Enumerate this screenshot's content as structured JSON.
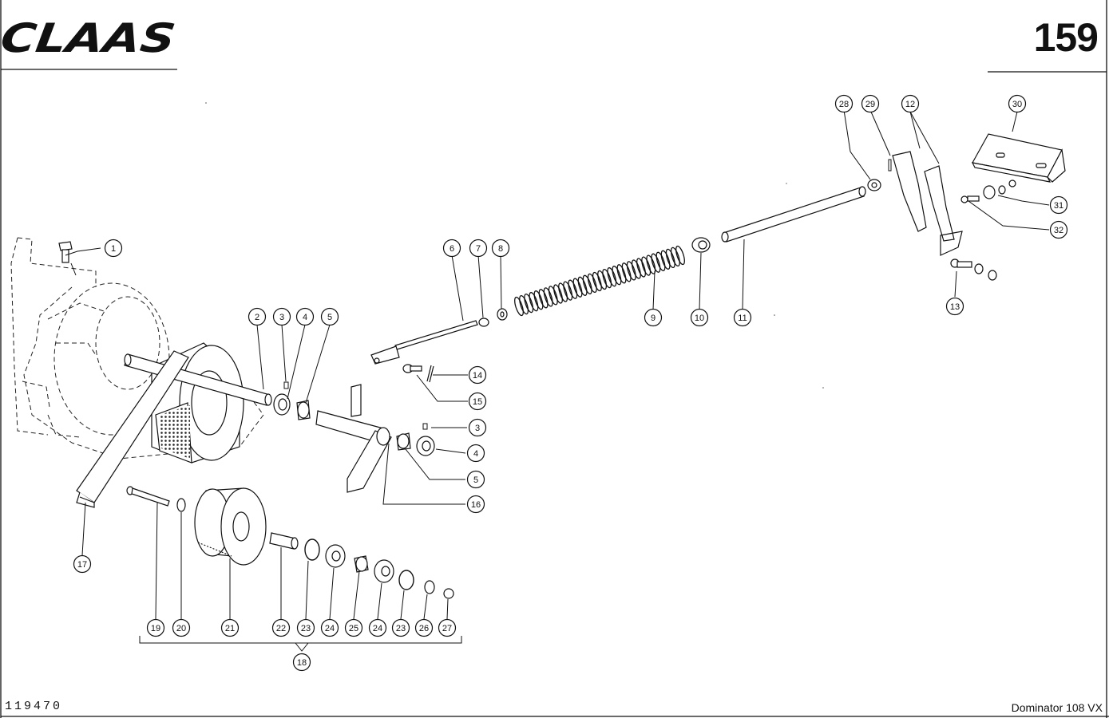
{
  "header": {
    "brand": "CLAAS",
    "page_number": "159"
  },
  "footer": {
    "drawing_number": "119470",
    "model": "Dominator 108 VX"
  },
  "callouts": [
    {
      "id": "c1",
      "label": "1"
    },
    {
      "id": "c2",
      "label": "2"
    },
    {
      "id": "c3a",
      "label": "3"
    },
    {
      "id": "c4a",
      "label": "4"
    },
    {
      "id": "c5a",
      "label": "5"
    },
    {
      "id": "c6",
      "label": "6"
    },
    {
      "id": "c7",
      "label": "7"
    },
    {
      "id": "c8",
      "label": "8"
    },
    {
      "id": "c9",
      "label": "9"
    },
    {
      "id": "c10",
      "label": "10"
    },
    {
      "id": "c11",
      "label": "11"
    },
    {
      "id": "c12",
      "label": "12"
    },
    {
      "id": "c13",
      "label": "13"
    },
    {
      "id": "c14",
      "label": "14"
    },
    {
      "id": "c15",
      "label": "15"
    },
    {
      "id": "c3b",
      "label": "3"
    },
    {
      "id": "c4b",
      "label": "4"
    },
    {
      "id": "c5b",
      "label": "5"
    },
    {
      "id": "c16",
      "label": "16"
    },
    {
      "id": "c17",
      "label": "17"
    },
    {
      "id": "c28",
      "label": "28"
    },
    {
      "id": "c29",
      "label": "29"
    },
    {
      "id": "c30",
      "label": "30"
    },
    {
      "id": "c31",
      "label": "31"
    },
    {
      "id": "c32",
      "label": "32"
    },
    {
      "id": "c19",
      "label": "19"
    },
    {
      "id": "c20",
      "label": "20"
    },
    {
      "id": "c21",
      "label": "21"
    },
    {
      "id": "c22",
      "label": "22"
    },
    {
      "id": "c23a",
      "label": "23"
    },
    {
      "id": "c24a",
      "label": "24"
    },
    {
      "id": "c25",
      "label": "25"
    },
    {
      "id": "c24b",
      "label": "24"
    },
    {
      "id": "c23b",
      "label": "23"
    },
    {
      "id": "c26",
      "label": "26"
    },
    {
      "id": "c27",
      "label": "27"
    },
    {
      "id": "c18",
      "label": "18"
    }
  ]
}
